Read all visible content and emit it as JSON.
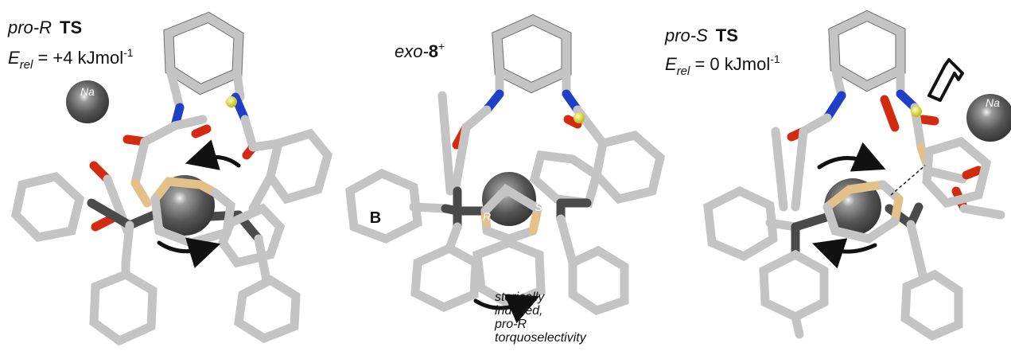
{
  "panels": [
    {
      "title_italic": "pro-R",
      "title_bold": "TS",
      "energy_symbol": "E",
      "energy_subscript": "rel",
      "energy_value": " = +4 kJmol",
      "energy_exponent": "-1",
      "ion_label": "Na"
    },
    {
      "title_italic": "exo-",
      "title_bold": "8",
      "title_superscript": "+",
      "ring_label": "B",
      "stereo_left": "R",
      "stereo_right": "S",
      "caption_lines": [
        "sterically",
        "induced,",
        "pro-R",
        "torquoselectivity"
      ]
    },
    {
      "title_italic": "pro-S",
      "title_bold": "TS",
      "energy_symbol": "E",
      "energy_subscript": "rel",
      "energy_value": " = 0 kJmol",
      "energy_exponent": "-1",
      "ion_label": "Na"
    }
  ],
  "colors": {
    "carbon": "#c4c4c4",
    "quaternary_carbon": "#4a4a4a",
    "sulfur": "#e3c188",
    "oxygen": "#d42a10",
    "nitrogen": "#1f3fc9",
    "hydrogen": "#e6e61a",
    "sodium": "#5a5a5a"
  }
}
